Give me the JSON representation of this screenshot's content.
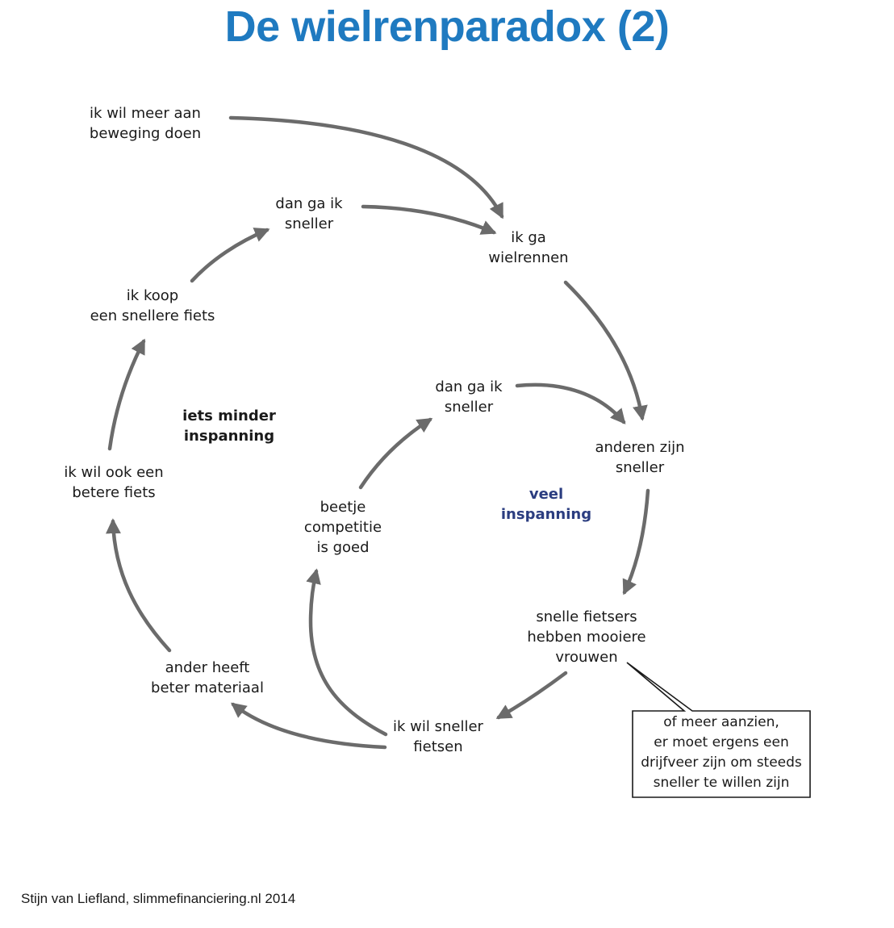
{
  "title": "De wielrenparadox (2)",
  "nodes": {
    "meer_beweging": [
      "ik wil meer aan",
      "beweging doen"
    ],
    "wielrennen": [
      "ik ga",
      "wielrennen"
    ],
    "dan_sneller_outer": [
      "dan ga ik",
      "sneller"
    ],
    "snellere_fiets": [
      "ik koop",
      "een snellere fiets"
    ],
    "betere_fiets": [
      "ik wil ook een",
      "betere fiets"
    ],
    "beter_materiaal": [
      "ander heeft",
      "beter materiaal"
    ],
    "sneller_fietsen": [
      "ik wil sneller",
      "fietsen"
    ],
    "competitie": [
      "beetje",
      "competitie",
      "is goed"
    ],
    "dan_sneller_inner": [
      "dan ga ik",
      "sneller"
    ],
    "anderen_sneller": [
      "anderen zijn",
      "sneller"
    ],
    "mooiere_vrouwen": [
      "snelle fietsers",
      "hebben mooiere",
      "vrouwen"
    ]
  },
  "zones": {
    "light": [
      "iets minder",
      "inspanning"
    ],
    "heavy": [
      "veel",
      "inspanning"
    ]
  },
  "callout": [
    "of meer aanzien,",
    "er moet ergens een",
    "drijfveer zijn om steeds",
    "sneller te willen zijn"
  ],
  "credit": "Stijn van Liefland, slimmefinanciering.nl 2014",
  "colors": {
    "title": "#1f7ac0",
    "arrow": "#6b6b6b",
    "heavy_zone": "#2b3d80",
    "text": "#1a1a1a"
  }
}
